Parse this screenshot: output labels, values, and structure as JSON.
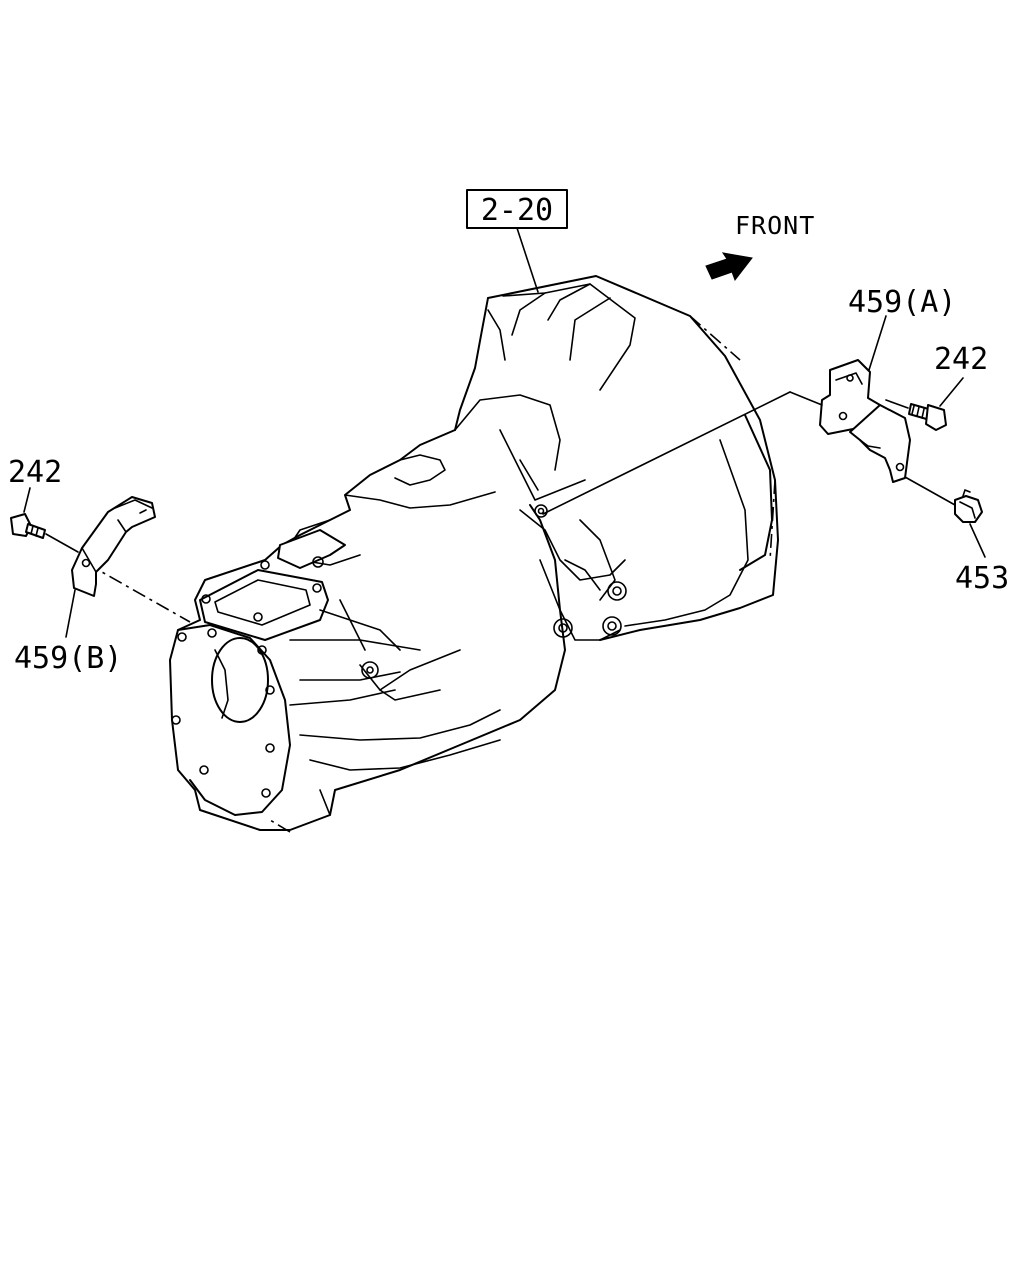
{
  "diagram": {
    "ref_box": "2-20",
    "direction_label": "FRONT",
    "callouts": {
      "bracket_a": "459(A)",
      "bracket_b": "459(B)",
      "bolt_right": "242",
      "bolt_left": "242",
      "clip": "453"
    }
  }
}
